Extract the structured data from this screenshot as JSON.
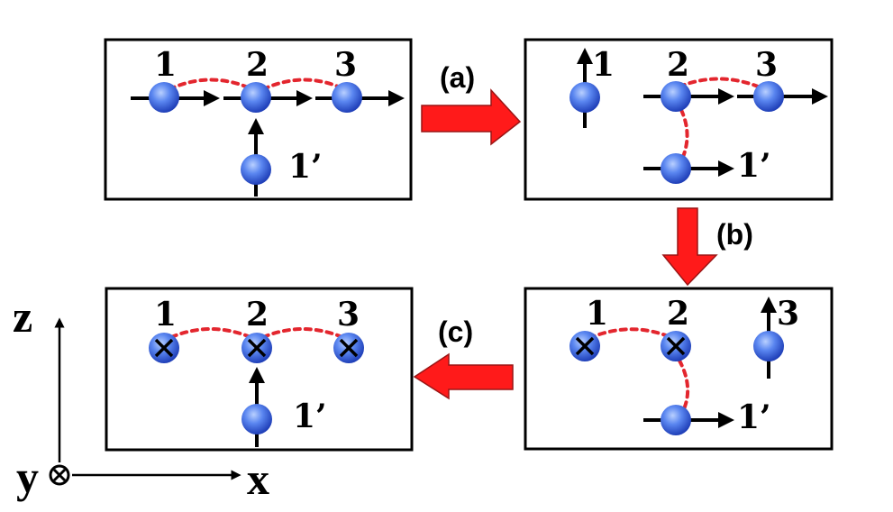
{
  "labels": {
    "site_1": "1",
    "site_2": "2",
    "site_3": "3",
    "site_1p": "1’",
    "step_a": "(a)",
    "step_b": "(b)",
    "step_c": "(c)",
    "axis_z": "z",
    "axis_x": "x",
    "axis_y": "y"
  },
  "colors": {
    "atom": "#3f6fe6",
    "bond": "#e3262e",
    "arrow_fill": "#ff1a1a"
  }
}
